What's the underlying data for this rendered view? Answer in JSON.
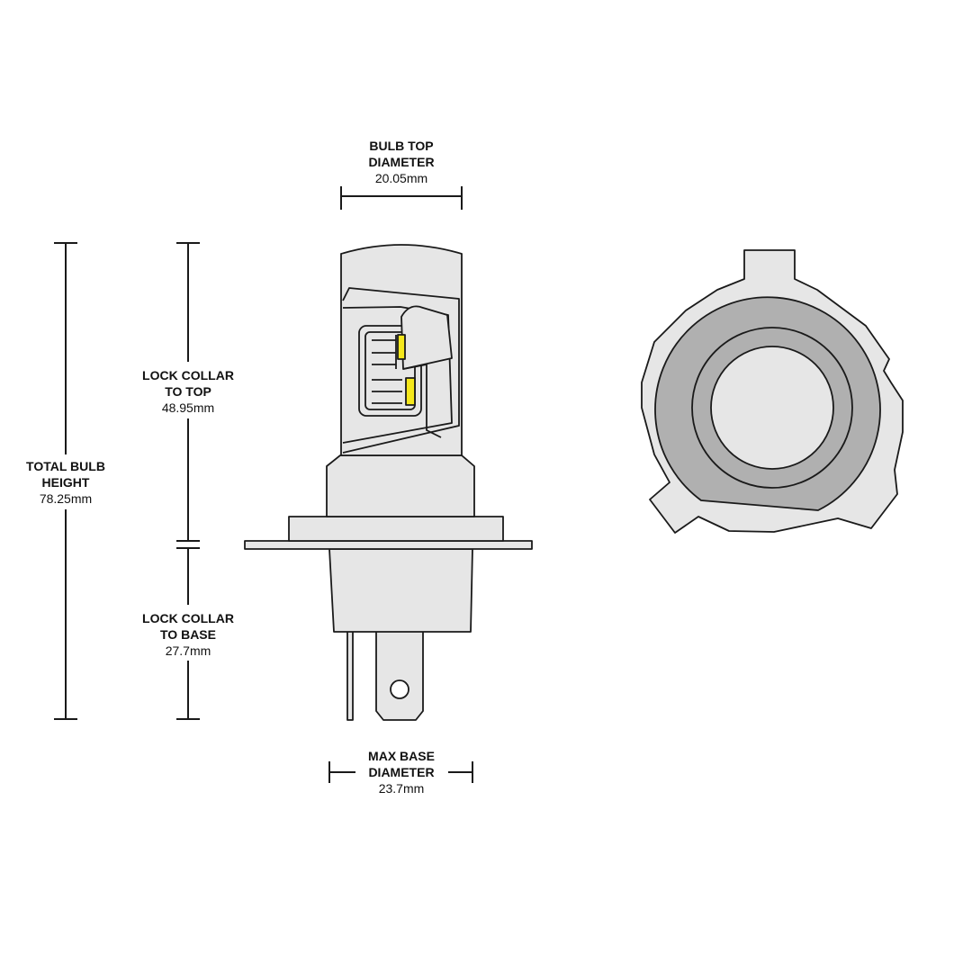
{
  "dimensions": {
    "bulb_top": {
      "title": "BULB TOP\nDIAMETER",
      "value": "20.05mm"
    },
    "total_height": {
      "title": "TOTAL BULB\nHEIGHT",
      "value": "78.25mm"
    },
    "lock_collar_top": {
      "title": "LOCK COLLAR\nTO TOP",
      "value": "48.95mm"
    },
    "lock_collar_base": {
      "title": "LOCK COLLAR\nTO BASE",
      "value": "27.7mm"
    },
    "max_base": {
      "title": "MAX BASE\nDIAMETER",
      "value": "23.7mm"
    }
  },
  "colors": {
    "bulb_fill": "#e6e6e6",
    "ring_dark": "#b0b0b0",
    "stroke": "#1a1a1a",
    "led_chip": "#f5e81c"
  }
}
